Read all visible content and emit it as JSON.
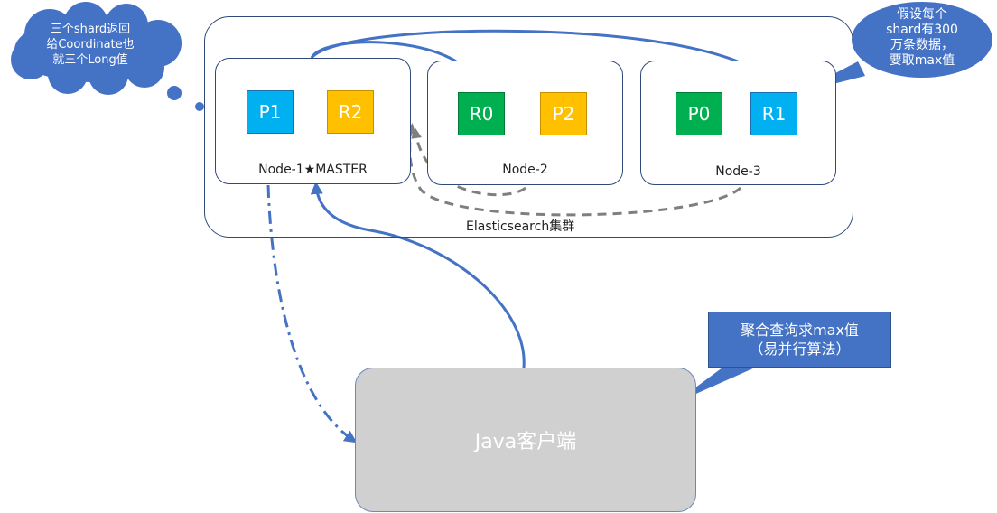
{
  "cluster": {
    "label": "Elasticsearch集群"
  },
  "nodes": [
    {
      "label": "Node-1★MASTER",
      "shards": [
        "P1",
        "R2"
      ]
    },
    {
      "label": "Node-2",
      "shards": [
        "R0",
        "P2"
      ]
    },
    {
      "label": "Node-3",
      "shards": [
        "P0",
        "R1"
      ]
    }
  ],
  "client": {
    "label": "Java客户端"
  },
  "cloud_note": {
    "text": "三个shard返回\n给Coordinate也\n就三个Long值"
  },
  "top_callout": {
    "text": "假设每个\nshard有300\n万条数据，\n要取max值"
  },
  "client_callout": {
    "text": "聚合查询求max值\n（易并行算法）"
  },
  "colors": {
    "primary_shard_blue": "#00b0f0",
    "replica_yellow": "#ffc000",
    "green_shard": "#00b050",
    "arrow_blue": "#4472c4",
    "return_gray": "#7f7f7f",
    "callout_fill": "#4472c4",
    "client_fill": "#d0d0d0"
  }
}
